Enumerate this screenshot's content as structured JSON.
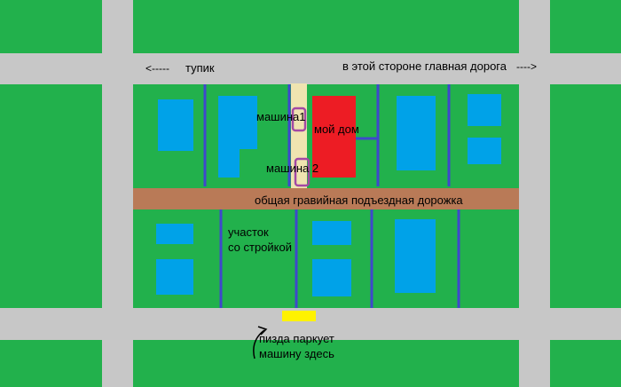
{
  "colors": {
    "road": "#c7c7c7",
    "grass": "#22b14c",
    "building": "#00a2e8",
    "my_house": "#ed1c24",
    "fence": "#3f48cc",
    "gravel_road": "#b97a57",
    "sand_path": "#efe4b0",
    "car_outline": "#a349a4",
    "parked_car": "#fff200"
  },
  "labels": {
    "left_arrow": "<-----",
    "dead_end": "тупик",
    "main_road": "в этой стороне главная дорога",
    "right_arrow": "---->",
    "car1": "машина1",
    "my_house": "мой дом",
    "car2": "машина 2",
    "gravel_road": "общая гравийная подъездная дорожка",
    "construction_line1": "участок",
    "construction_line2": "со стройкой",
    "parker_line1": "пизда паркует",
    "parker_line2": "машину здесь"
  }
}
